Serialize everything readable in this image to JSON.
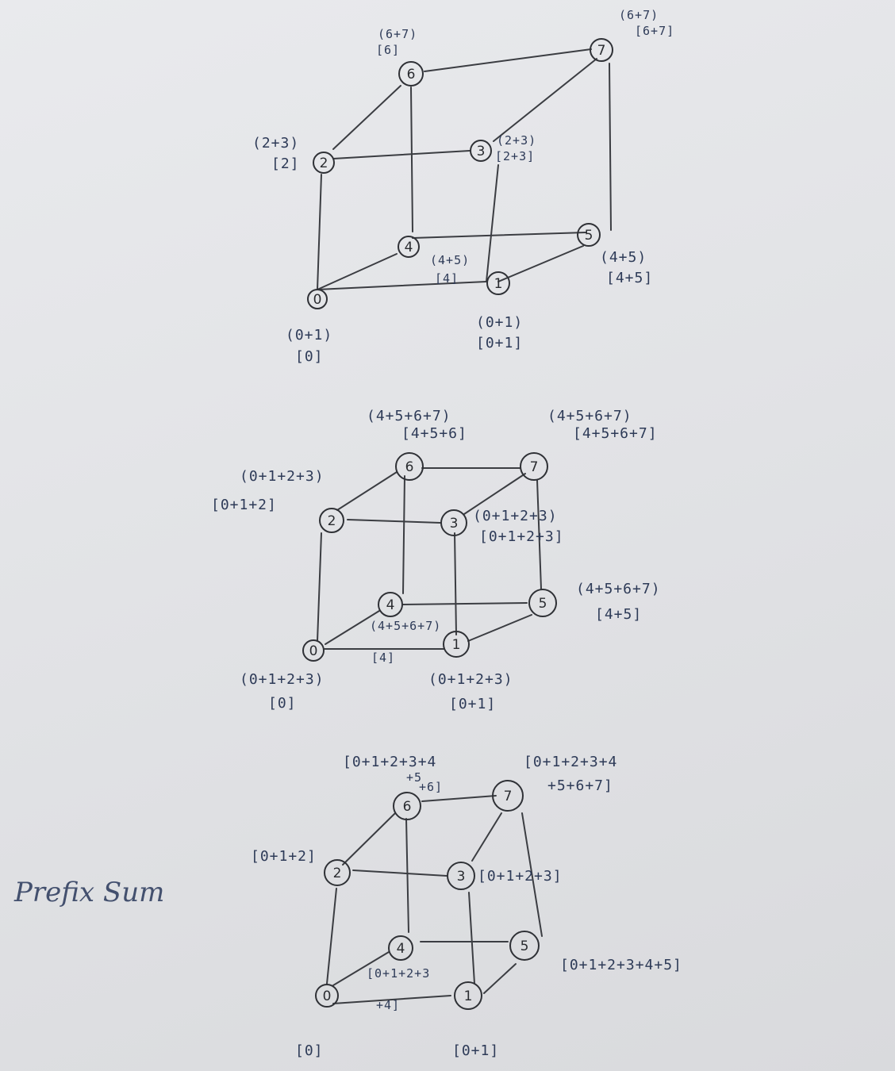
{
  "caption": "Prefix Sum",
  "cubes": [
    {
      "nodes": [
        "0",
        "1",
        "2",
        "3",
        "4",
        "5",
        "6",
        "7"
      ],
      "labels": {
        "n0": [
          "(0+1)",
          "[0]"
        ],
        "n1": [
          "(0+1)",
          "[0+1]"
        ],
        "n2": [
          "(2+3)",
          "[2]"
        ],
        "n3": [
          "(2+3)",
          "[2+3]"
        ],
        "n4": [
          "(4+5)",
          "[4]"
        ],
        "n5": [
          "(4+5)",
          "[4+5]"
        ],
        "n6": [
          "(6+7)",
          "[6]"
        ],
        "n7": [
          "(6+7)",
          "[6+7]"
        ]
      }
    },
    {
      "nodes": [
        "0",
        "1",
        "2",
        "3",
        "4",
        "5",
        "6",
        "7"
      ],
      "labels": {
        "n0": [
          "(0+1+2+3)",
          "[0]"
        ],
        "n1": [
          "(0+1+2+3)",
          "[0+1]"
        ],
        "n2": [
          "(0+1+2+3)",
          "[0+1+2]"
        ],
        "n3": [
          "(0+1+2+3)",
          "[0+1+2+3]"
        ],
        "n4": [
          "(4+5+6+7)",
          "[4]"
        ],
        "n5": [
          "(4+5+6+7)",
          "[4+5]"
        ],
        "n6": [
          "(4+5+6+7)",
          "[4+5+6]"
        ],
        "n7": [
          "(4+5+6+7)",
          "[4+5+6+7]"
        ]
      }
    },
    {
      "nodes": [
        "0",
        "1",
        "2",
        "3",
        "4",
        "5",
        "6",
        "7"
      ],
      "labels": {
        "n0": [
          "[0]"
        ],
        "n1": [
          "[0+1]"
        ],
        "n2": [
          "[0+1+2]"
        ],
        "n3": [
          "[0+1+2+3]"
        ],
        "n4": [
          "[0+1+2+3",
          "+4]"
        ],
        "n5": [
          "[0+1+2+3+4+5]"
        ],
        "n6": [
          "[0+1+2+3+4",
          "+5",
          "+6]"
        ],
        "n7": [
          "[0+1+2+3+4",
          "+5+6+7]"
        ]
      }
    }
  ]
}
